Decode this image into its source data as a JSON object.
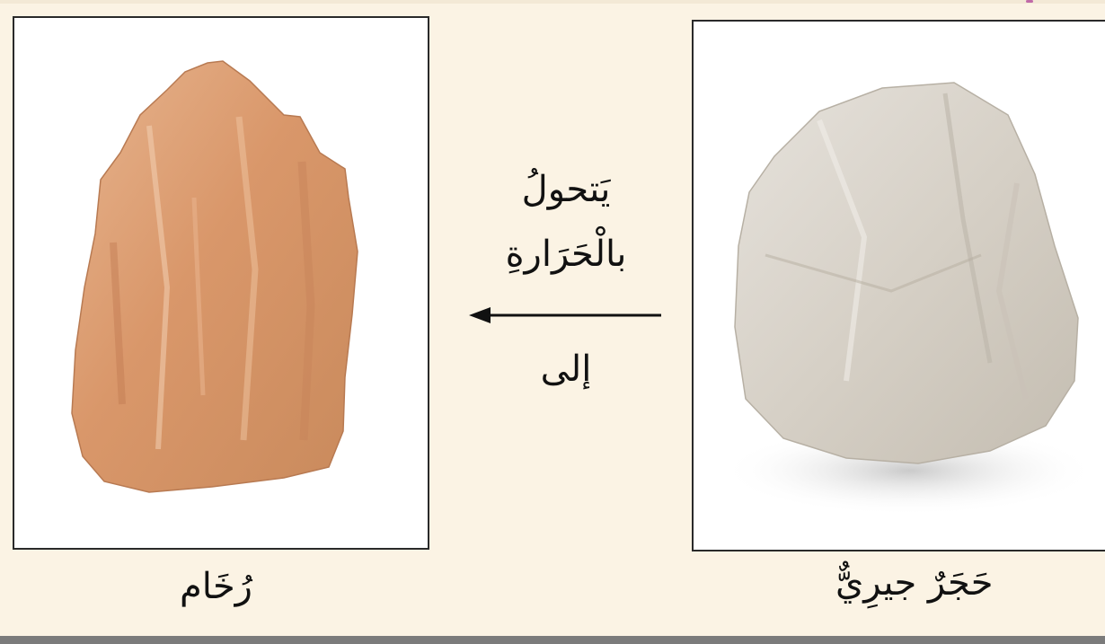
{
  "process": {
    "line1": "يَتحولُ",
    "line2": "بالْحَرَارةِ",
    "line3": "إلى"
  },
  "rocks": {
    "source": {
      "name": "حَجَرٌ جيرِيٌّ",
      "color": "#d8d2c8"
    },
    "result": {
      "name": "رُخَام",
      "color": "#d99a6a"
    }
  },
  "colors": {
    "background": "#fbf3e4",
    "frame_border": "#2a2a2a",
    "arrow": "#111111"
  },
  "icons": {
    "arrow": "arrow-left-icon"
  }
}
